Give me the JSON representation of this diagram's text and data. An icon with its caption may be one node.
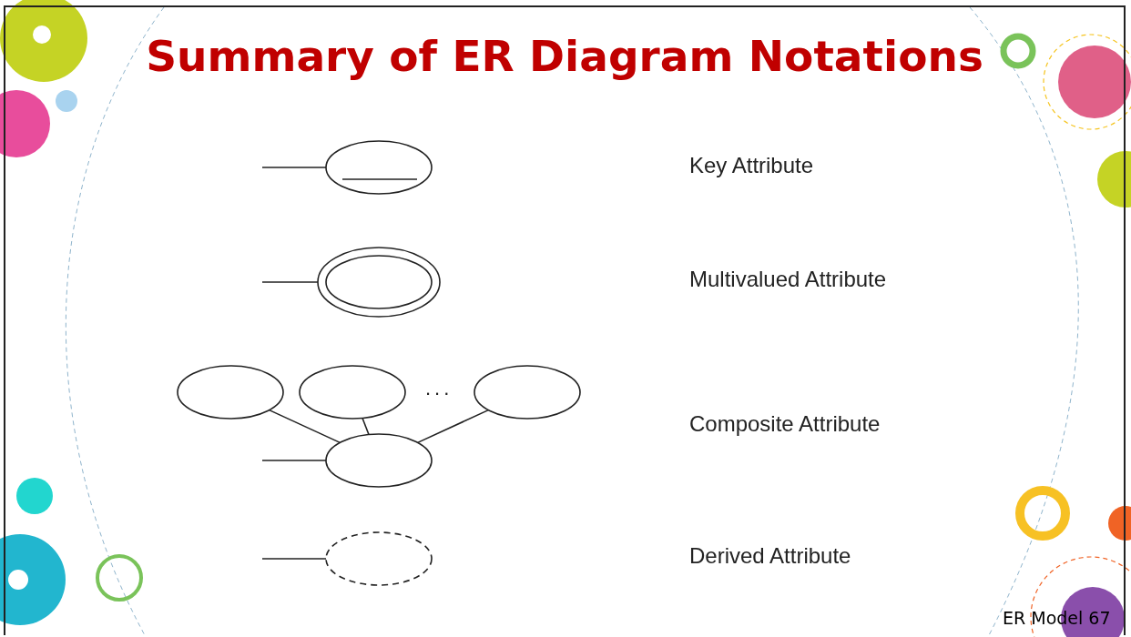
{
  "diagram": {
    "title": "Summary of ER Diagram Notations",
    "nodes": [
      {
        "text": [],
        "shape": "ellipse"
      },
      {
        "text": [],
        "shape": "ellipse"
      },
      {
        "text": [],
        "shape": "ellipse"
      },
      {
        "text": [],
        "shape": "ellipse"
      },
      {
        "text": [],
        "shape": "ellipse"
      },
      {
        "text": [],
        "shape": "ellipse"
      },
      {
        "text": [],
        "shape": "ellipse"
      }
    ],
    "edges": [
      {
        "from": null,
        "to": 0,
        "arrow": "none"
      },
      {
        "from": null,
        "to": 1,
        "arrow": "none"
      },
      {
        "from": 2,
        "to": 5,
        "arrow": "none"
      },
      {
        "from": 3,
        "to": 5,
        "arrow": "none"
      },
      {
        "from": 4,
        "to": 5,
        "arrow": "none"
      },
      {
        "from": null,
        "to": 5,
        "arrow": "none"
      },
      {
        "from": null,
        "to": 6,
        "arrow": "none"
      }
    ],
    "labels": [
      "Key Attribute",
      "Multivalued Attribute",
      "...",
      "Composite Attribute",
      "Derived Attribute",
      "ER Model 67"
    ]
  }
}
